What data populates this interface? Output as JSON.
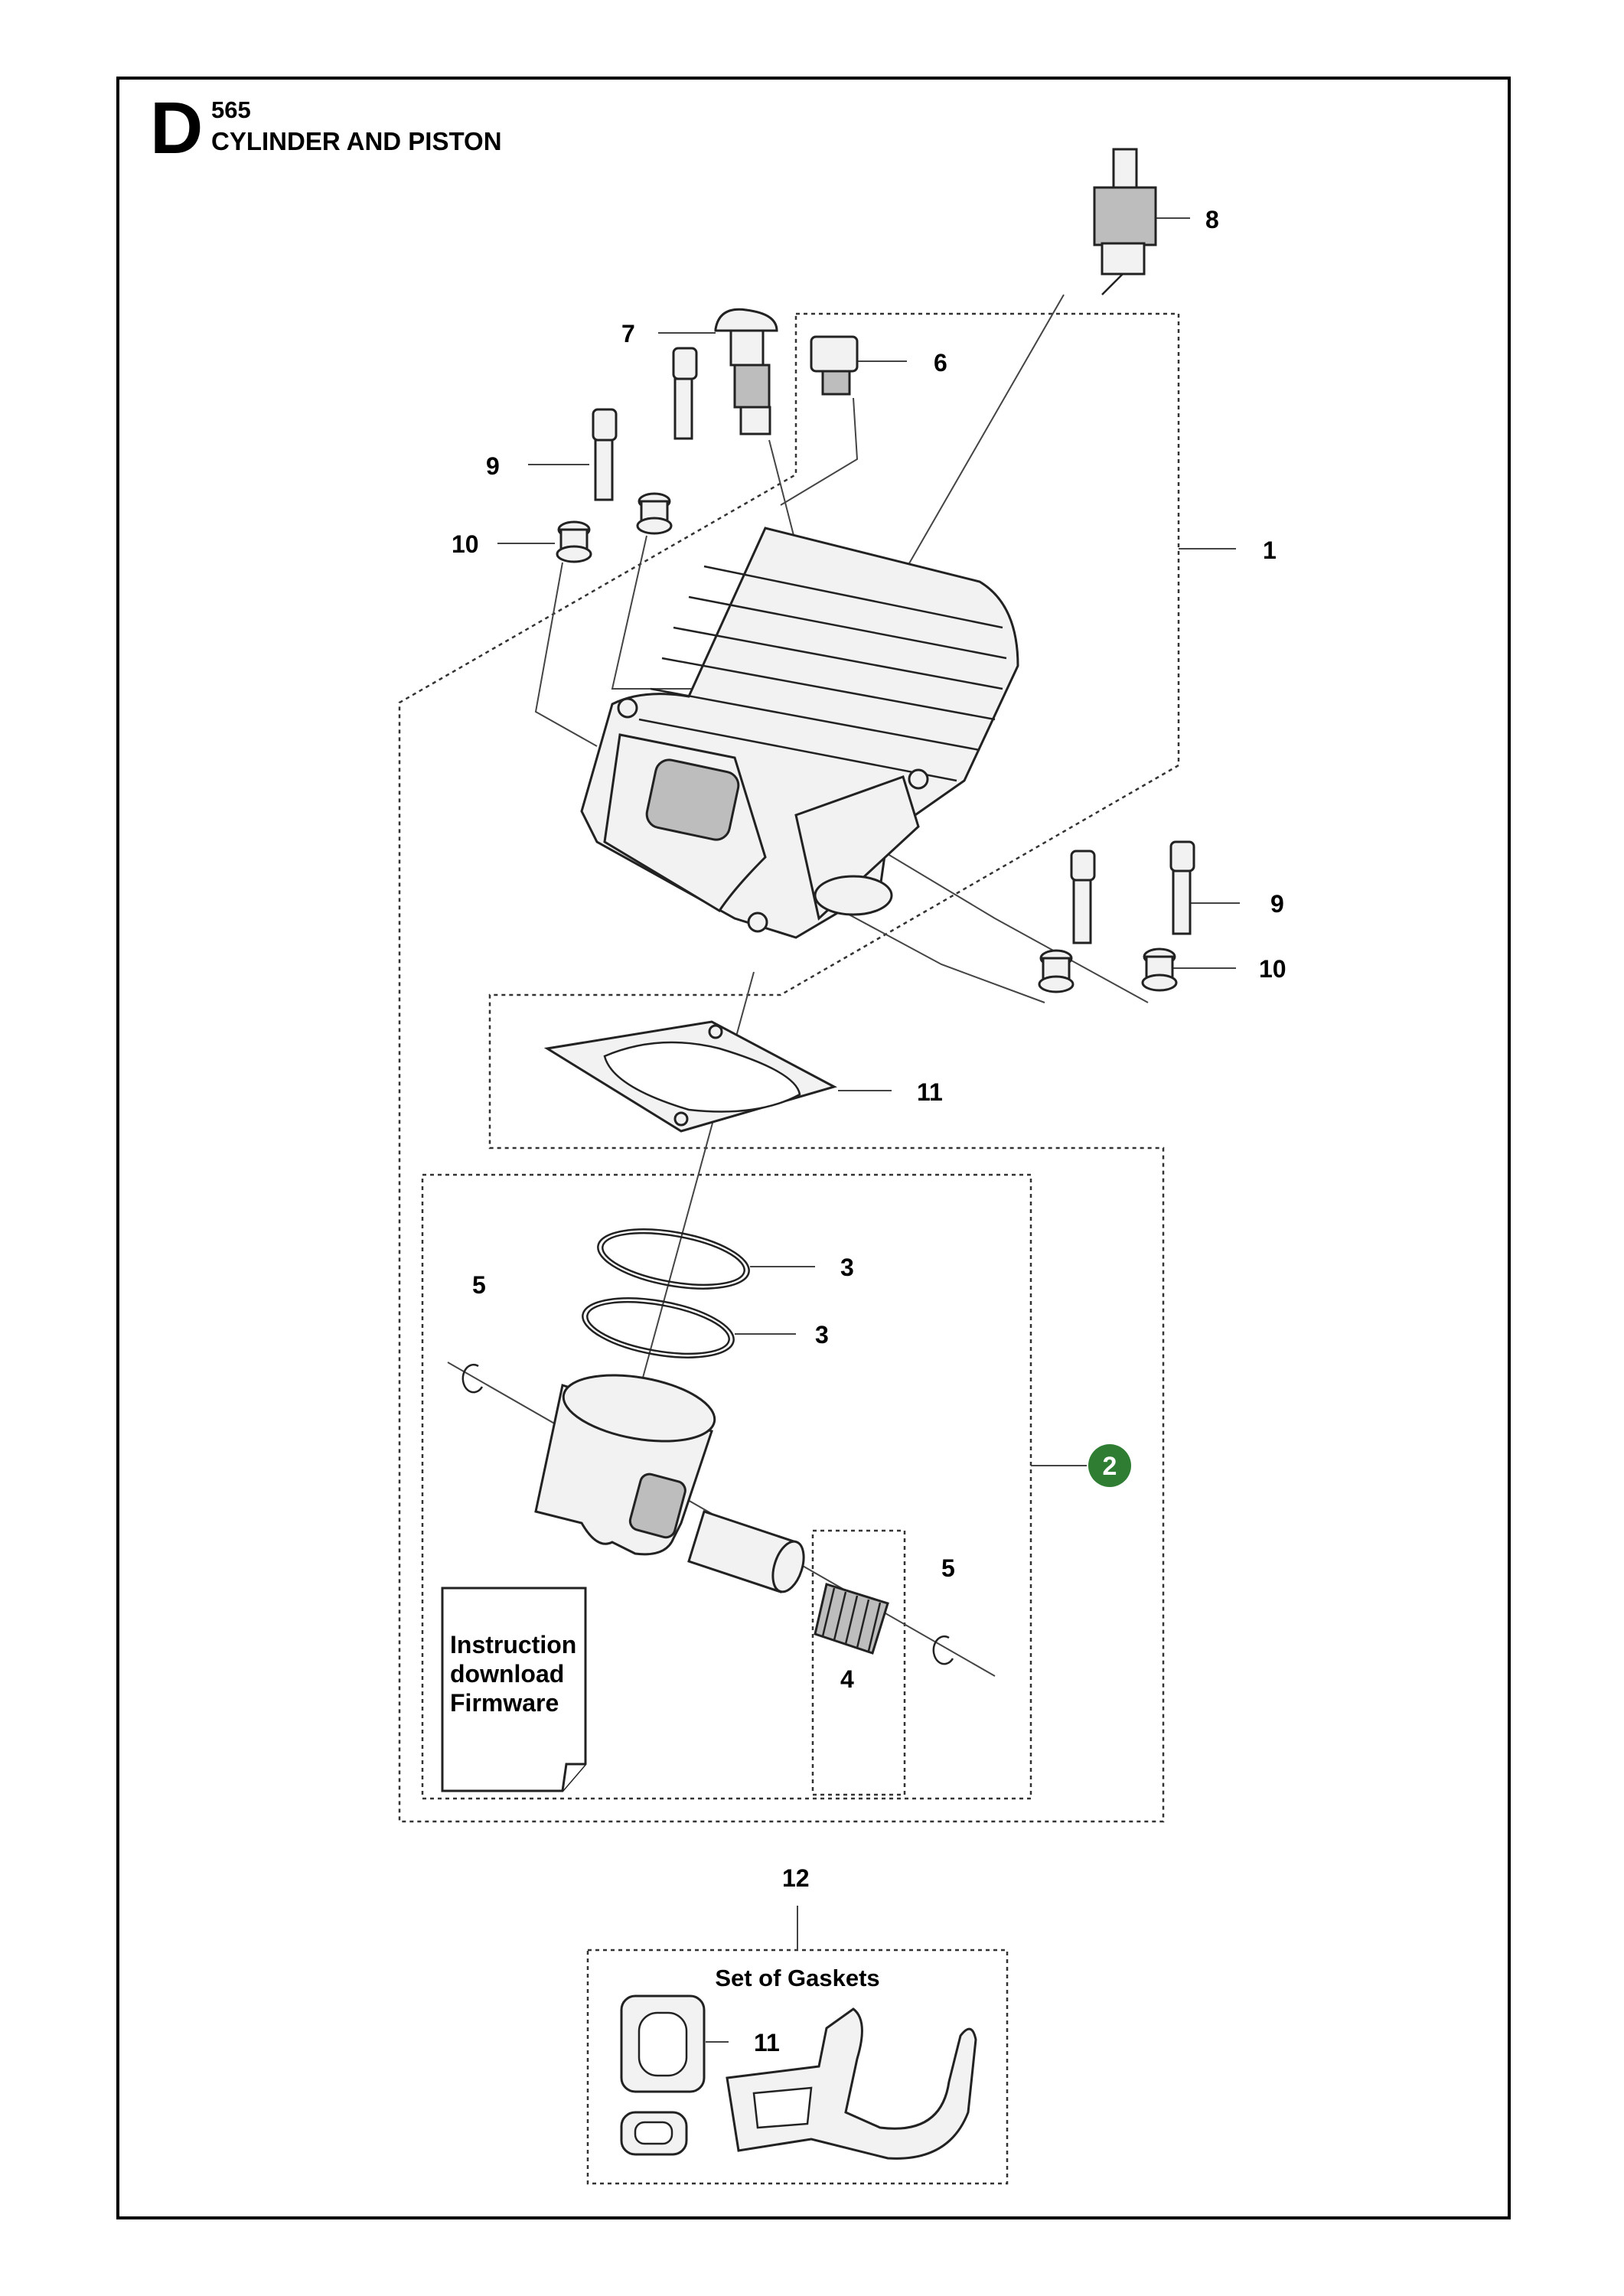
{
  "header": {
    "section_letter": "D",
    "model": "565",
    "title": "CYLINDER AND PISTON"
  },
  "callouts": {
    "c1": "1",
    "c2": "2",
    "c3a": "3",
    "c3b": "3",
    "c4": "4",
    "c5a": "5",
    "c5b": "5",
    "c6": "6",
    "c7": "7",
    "c8": "8",
    "c9a": "9",
    "c9b": "9",
    "c10a": "10",
    "c10b": "10",
    "c11a": "11",
    "c11b": "11",
    "c12": "12"
  },
  "instruction_sheet": {
    "line1": "Instruction",
    "line2": "download",
    "line3": "Firmware"
  },
  "gasket_set": {
    "title": "Set of Gaskets"
  },
  "colors": {
    "kit_badge": "#2e7d32",
    "line": "#222222"
  }
}
